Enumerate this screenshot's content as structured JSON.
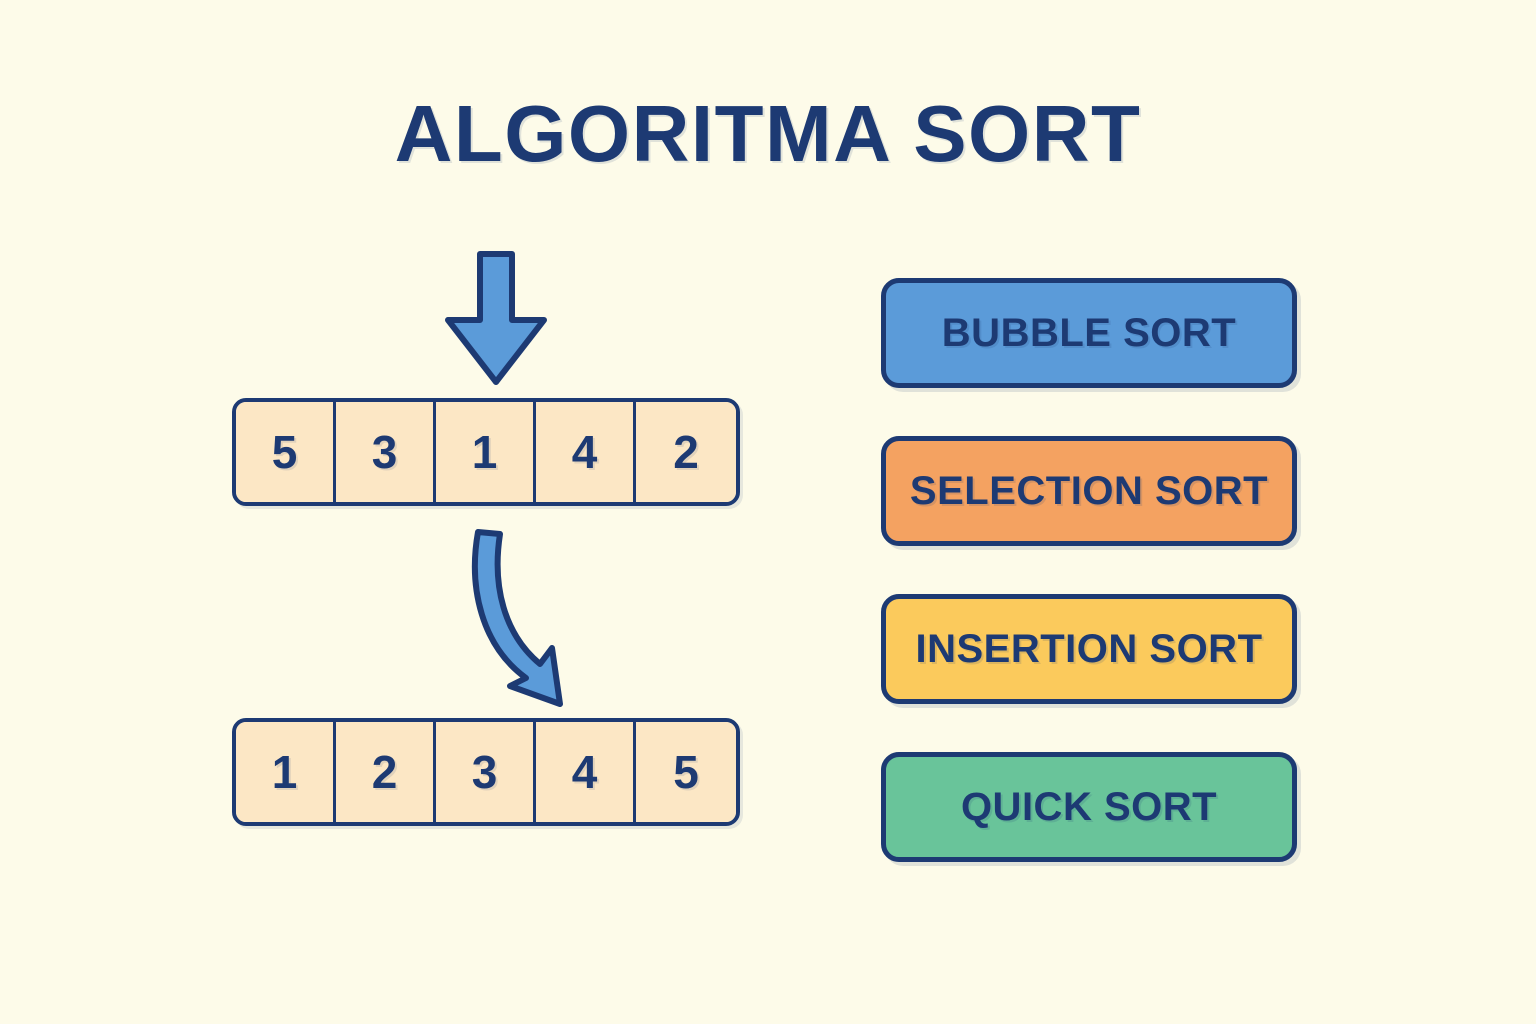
{
  "title": "ALGORITMA SORT",
  "colors": {
    "background": "#fdfbe9",
    "navy": "#1d3a73",
    "cell_fill": "#fce7c5",
    "arrow_blue": "#5b9bd9",
    "bubble": "#5b9bd9",
    "selection": "#f4a261",
    "insertion": "#fbca5c",
    "quick": "#69c49a"
  },
  "arrays": {
    "unsorted": {
      "label": "unsorted-array",
      "values": [
        "5",
        "3",
        "1",
        "4",
        "2"
      ]
    },
    "sorted": {
      "label": "sorted-array",
      "values": [
        "1",
        "2",
        "3",
        "4",
        "5"
      ]
    }
  },
  "arrows": [
    {
      "name": "arrow-down-icon",
      "direction": "down",
      "style": "straight",
      "color": "#5b9bd9"
    },
    {
      "name": "arrow-curved-down-right-icon",
      "direction": "down-right",
      "style": "curved",
      "color": "#5b9bd9"
    }
  ],
  "algorithms": [
    {
      "label": "BUBBLE SORT",
      "color": "#5b9bd9",
      "name": "bubble-sort"
    },
    {
      "label": "SELECTION SORT",
      "color": "#f4a261",
      "name": "selection-sort"
    },
    {
      "label": "INSERTION SORT",
      "color": "#fbca5c",
      "name": "insertion-sort"
    },
    {
      "label": "QUICK SORT",
      "color": "#69c49a",
      "name": "quick-sort"
    }
  ]
}
